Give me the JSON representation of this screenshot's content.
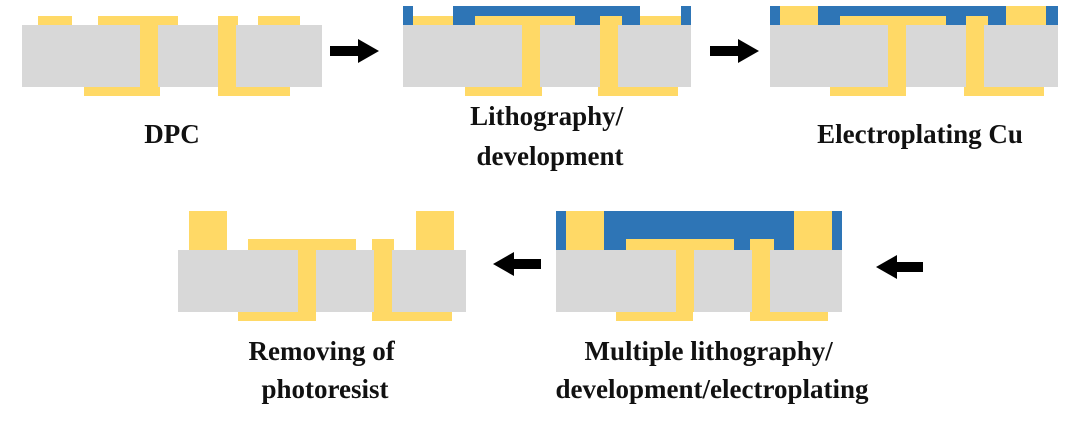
{
  "colors": {
    "substrate": "#d8d8d8",
    "copper": "#ffd966",
    "photoresist": "#2e75b6",
    "arrow": "#000000"
  },
  "steps": [
    {
      "id": "dpc",
      "lines": [
        "DPC"
      ]
    },
    {
      "id": "lithography",
      "lines": [
        "Lithography/",
        "development"
      ]
    },
    {
      "id": "electroplating",
      "lines": [
        "Electroplating Cu"
      ]
    },
    {
      "id": "removing",
      "lines": [
        "Removing of",
        "photoresist"
      ]
    },
    {
      "id": "multiple",
      "lines": [
        "Multiple lithography/",
        "development/electroplating"
      ]
    }
  ],
  "arrows": [
    {
      "id": "dpc-to-lithography",
      "direction": "right"
    },
    {
      "id": "lithography-to-electroplating",
      "direction": "right"
    },
    {
      "id": "electroplating-to-multiple",
      "direction": "left"
    },
    {
      "id": "multiple-to-removing",
      "direction": "left"
    }
  ]
}
